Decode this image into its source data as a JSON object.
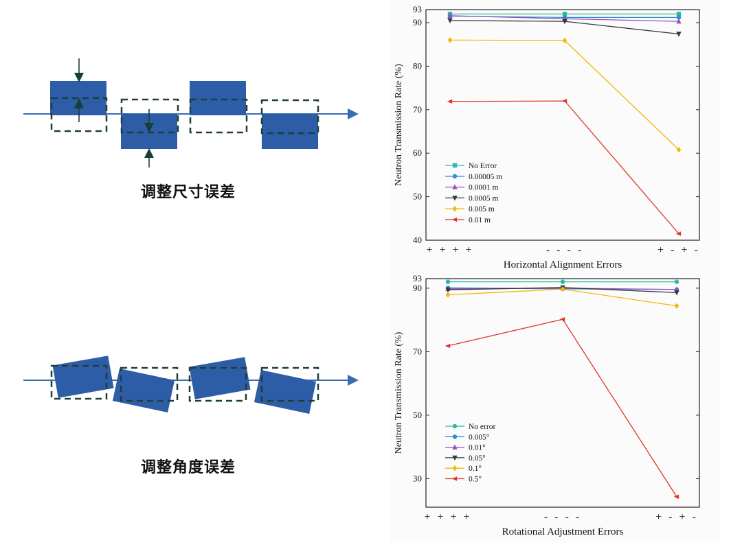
{
  "captions": {
    "size_error": "调整尺寸误差",
    "angle_error": "调整角度误差"
  },
  "colors": {
    "block_fill": "#2E5DA8",
    "arrow_line": "#3A6BB5",
    "dashed_outline": "#1E3F36",
    "marker_arrow": "#173F38"
  },
  "chart_data": [
    {
      "type": "line",
      "title": "",
      "xlabel": "Horizontal Alignment Errors",
      "ylabel": "Neutron Transmission Rate (%)",
      "categories": [
        "++++",
        "----",
        "+-+-"
      ],
      "yticks": [
        40,
        50,
        60,
        70,
        80,
        90,
        93
      ],
      "ylim": [
        40,
        93
      ],
      "legend_position": "lower-left",
      "series": [
        {
          "name": "No Error",
          "color": "#2EB8A6",
          "marker": "square",
          "values": [
            92.0,
            92.0,
            92.0
          ]
        },
        {
          "name": "0.00005 m",
          "color": "#2F8FD0",
          "marker": "circle",
          "values": [
            91.5,
            91.2,
            91.2
          ]
        },
        {
          "name": "0.0001 m",
          "color": "#9A4FC0",
          "marker": "triangle-up",
          "values": [
            91.6,
            90.9,
            90.3
          ]
        },
        {
          "name": "0.0005 m",
          "color": "#2F3B3A",
          "marker": "triangle-down",
          "values": [
            90.5,
            90.3,
            87.4
          ]
        },
        {
          "name": "0.005 m",
          "color": "#F2B705",
          "marker": "diamond",
          "values": [
            86.0,
            85.9,
            60.8
          ]
        },
        {
          "name": "0.01 m",
          "color": "#E0352B",
          "marker": "triangle-left",
          "values": [
            71.9,
            72.0,
            41.5
          ]
        }
      ]
    },
    {
      "type": "line",
      "title": "",
      "xlabel": "Rotational Adjustment Errors",
      "ylabel": "Neutron Transmission Rate (%)",
      "categories": [
        "++++",
        "----",
        "+-+-"
      ],
      "yticks": [
        30,
        50,
        70,
        90,
        93
      ],
      "ylim": [
        21,
        93
      ],
      "legend_position": "lower-left",
      "series": [
        {
          "name": "No error",
          "color": "#2EB8A6",
          "marker": "circle",
          "values": [
            92.0,
            92.0,
            92.0
          ]
        },
        {
          "name": "0.005°",
          "color": "#2F8FD0",
          "marker": "circle",
          "values": [
            90.1,
            89.8,
            89.6
          ]
        },
        {
          "name": "0.01°",
          "color": "#9A4FC0",
          "marker": "triangle-up",
          "values": [
            89.8,
            90.0,
            89.6
          ]
        },
        {
          "name": "0.05°",
          "color": "#2F3B3A",
          "marker": "triangle-down",
          "values": [
            89.5,
            90.2,
            88.6
          ]
        },
        {
          "name": "0.1°",
          "color": "#F2B705",
          "marker": "diamond",
          "values": [
            87.9,
            89.7,
            84.4
          ]
        },
        {
          "name": "0.5°",
          "color": "#E0352B",
          "marker": "triangle-left",
          "values": [
            71.8,
            80.2,
            24.3
          ]
        }
      ]
    }
  ]
}
